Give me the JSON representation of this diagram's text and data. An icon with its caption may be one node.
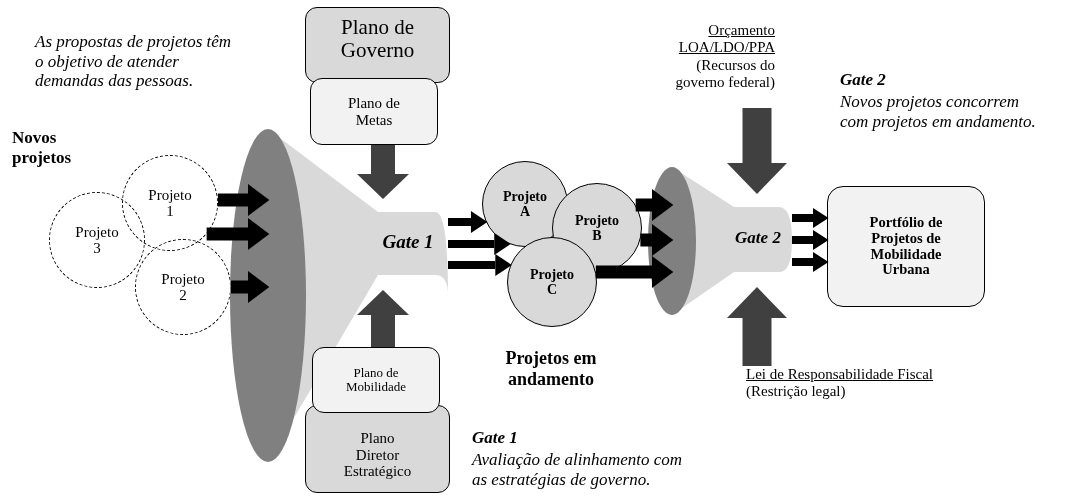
{
  "diagram": {
    "nodes": [
      {
        "text": [
          "Plano de Governo"
        ]
      },
      {
        "text": [
          "Plano de Metas"
        ]
      },
      {
        "text": [
          "Plano de Mobilidade"
        ]
      },
      {
        "text": [
          "Plano Diretor Estratégico"
        ]
      },
      {
        "text": [
          "Projeto 1"
        ]
      },
      {
        "text": [
          "Projeto 3"
        ]
      },
      {
        "text": [
          "Projeto 2"
        ]
      },
      {
        "text": [
          "Gate 1"
        ]
      },
      {
        "text": [
          "Projeto A"
        ]
      },
      {
        "text": [
          "Projeto B"
        ]
      },
      {
        "text": [
          "Projeto C"
        ]
      },
      {
        "text": [
          "Gate 2"
        ]
      },
      {
        "text": [
          "Portfólio de Projetos de Mobilidade Urbana"
        ]
      },
      {
        "text": [
          "Orçamento LOA/LDO/PPA",
          "(Recursos do governo federal)"
        ]
      },
      {
        "text": [
          "Lei de Responsabilidade Fiscal",
          "(Restrição legal)"
        ]
      }
    ],
    "edges": [
      {
        "from": 4,
        "to": 7,
        "arrow": "to"
      },
      {
        "from": 4,
        "to": 7,
        "arrow": "to"
      },
      {
        "from": 6,
        "to": 7,
        "arrow": "to"
      },
      {
        "from": 1,
        "to": 7,
        "arrow": "to",
        "style": "thick",
        "color": "#404040"
      },
      {
        "from": 2,
        "to": 7,
        "arrow": "to",
        "style": "thick",
        "color": "#404040"
      },
      {
        "from": 7,
        "to": 8,
        "arrow": "to"
      },
      {
        "from": 7,
        "to": 8,
        "arrow": "to"
      },
      {
        "from": 7,
        "to": 10,
        "arrow": "to"
      },
      {
        "from": 9,
        "to": 11,
        "arrow": "to"
      },
      {
        "from": 9,
        "to": 11,
        "arrow": "to"
      },
      {
        "from": 10,
        "to": 11,
        "arrow": "to"
      },
      {
        "from": 11,
        "to": 12,
        "arrow": "to"
      },
      {
        "from": 11,
        "to": 12,
        "arrow": "to"
      },
      {
        "from": 11,
        "to": 12,
        "arrow": "to"
      },
      {
        "from": 13,
        "to": 11,
        "arrow": "to",
        "style": "thick",
        "color": "#404040"
      },
      {
        "from": 14,
        "to": 11,
        "arrow": "to",
        "style": "thick",
        "color": "#404040"
      }
    ],
    "labels": [
      "As propostas de projetos têm o objetivo de atender demandas das pessoas.",
      "Novos projetos",
      "Gate 2",
      "Novos projetos concorrem com projetos em andamento.",
      "Projetos em andamento",
      "Gate 1",
      "Avaliação de alinhamento com as estratégias de governo."
    ]
  }
}
